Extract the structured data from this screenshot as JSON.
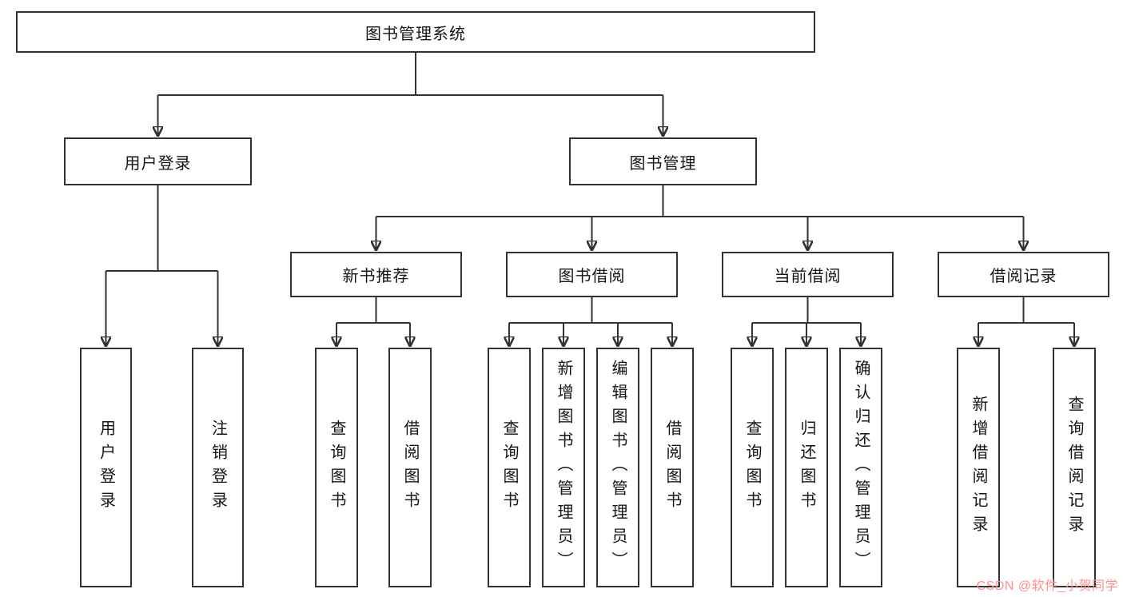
{
  "diagram": {
    "root": {
      "label": "图书管理系统"
    },
    "branches": [
      {
        "label": "用户登录",
        "leaves": [
          {
            "label": "用户登录"
          },
          {
            "label": "注销登录"
          }
        ]
      },
      {
        "label": "图书管理",
        "groups": [
          {
            "label": "新书推荐",
            "leaves": [
              {
                "label": "查询图书"
              },
              {
                "label": "借阅图书"
              }
            ]
          },
          {
            "label": "图书借阅",
            "leaves": [
              {
                "label": "查询图书"
              },
              {
                "label": "新增图书（管理员）"
              },
              {
                "label": "编辑图书（管理员）"
              },
              {
                "label": "借阅图书"
              }
            ]
          },
          {
            "label": "当前借阅",
            "leaves": [
              {
                "label": "查询图书"
              },
              {
                "label": "归还图书"
              },
              {
                "label": "确认归还（管理员）"
              }
            ]
          },
          {
            "label": "借阅记录",
            "leaves": [
              {
                "label": "新增借阅记录"
              },
              {
                "label": "查询借阅记录"
              }
            ]
          }
        ]
      }
    ],
    "line_color": "#333333",
    "box_border_color": "#333333",
    "box_background": "#ffffff"
  },
  "watermark": {
    "text": "CSDN @软件_小贺同学",
    "color": "#ff8f8f"
  }
}
